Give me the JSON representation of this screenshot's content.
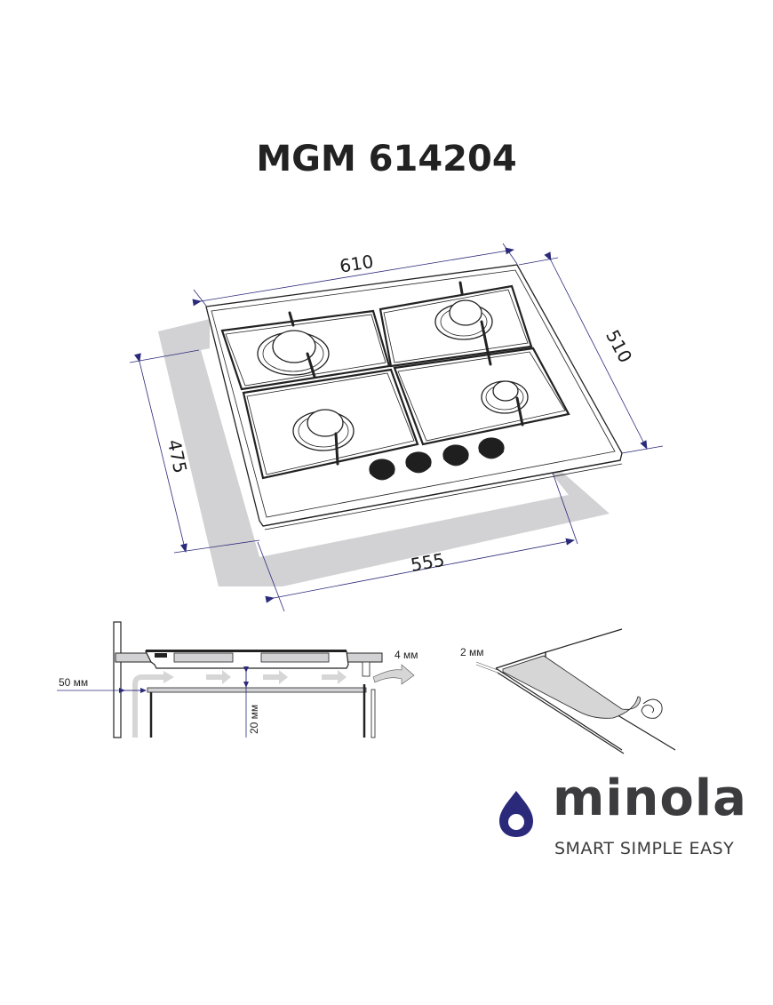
{
  "title": "MGM 614204",
  "dimensions": {
    "width_top": "610",
    "depth_right": "510",
    "depth_cutout": "475",
    "width_cutout": "555"
  },
  "installation": {
    "side_clearance": "50 мм",
    "under_gap": "20 мм",
    "vent_gap": "4 мм",
    "seal_thickness": "2 мм"
  },
  "brand": {
    "name": "minola",
    "tagline": "SMART SIMPLE EASY",
    "drop_color": "#2b2a7a",
    "text_color": "#3c3c3e"
  },
  "colors": {
    "dimension_line": "#2b2a7a",
    "cutout_gray": "#d2d2d4",
    "outline": "#222222"
  },
  "hob": {
    "burners": 4,
    "knobs": 4
  }
}
